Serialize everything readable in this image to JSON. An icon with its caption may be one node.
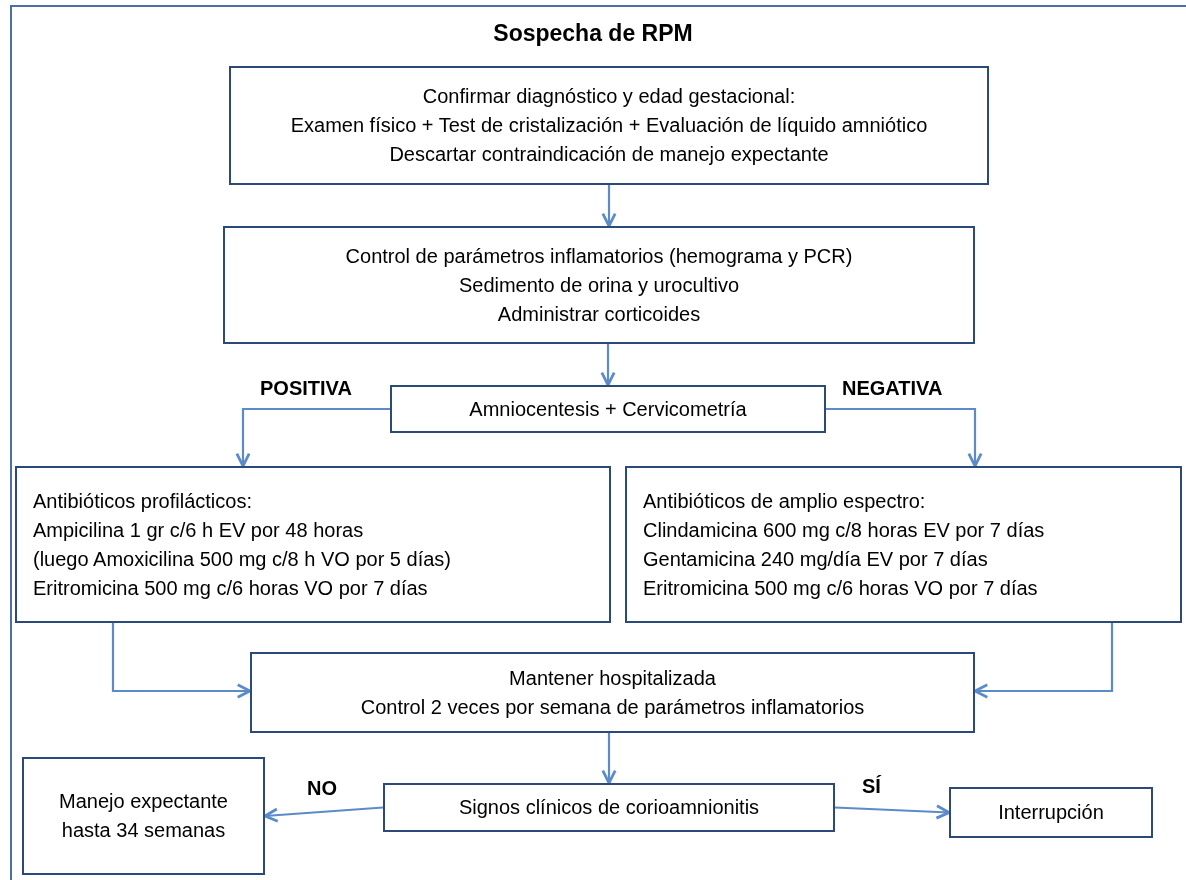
{
  "diagram": {
    "title": "Sospecha de RPM",
    "nodes": [
      {
        "text": [
          "Confirmar diagnóstico y edad gestacional:",
          "Examen físico + Test de cristalización + Evaluación de líquido amniótico",
          "Descartar contraindicación de manejo expectante"
        ]
      },
      {
        "text": [
          "Control de parámetros inflamatorios (hemograma y PCR)",
          "Sedimento de orina y urocultivo",
          "Administrar corticoides"
        ]
      },
      {
        "text": [
          "Amniocentesis + Cervicometría"
        ]
      },
      {
        "text": [
          "Antibióticos profilácticos:",
          "Ampicilina 1 gr c/6 h EV por 48 horas",
          "(luego Amoxicilina 500 mg c/8 h VO por 5 días)",
          "Eritromicina 500 mg c/6 horas VO por 7 días"
        ]
      },
      {
        "text": [
          "Antibióticos de amplio espectro:",
          "Clindamicina 600 mg c/8 horas EV por 7 días",
          "Gentamicina 240 mg/día EV por 7 días",
          "Eritromicina 500 mg c/6 horas VO por 7 días"
        ]
      },
      {
        "text": [
          "Mantener hospitalizada",
          "Control 2 veces por semana de parámetros inflamatorios"
        ]
      },
      {
        "text": [
          "Signos clínicos de corioamnionitis"
        ]
      },
      {
        "text": [
          "Manejo expectante hasta 34 semanas"
        ]
      },
      {
        "text": [
          "Interrupción"
        ]
      }
    ],
    "edges": [
      {
        "from": 0,
        "to": 1,
        "arrow": "to"
      },
      {
        "from": 1,
        "to": 2,
        "arrow": "to"
      },
      {
        "from": 2,
        "to": 3,
        "arrow": "to",
        "label": "POSITIVA"
      },
      {
        "from": 2,
        "to": 4,
        "arrow": "to",
        "label": "NEGATIVA"
      },
      {
        "from": 3,
        "to": 5,
        "arrow": "to"
      },
      {
        "from": 4,
        "to": 5,
        "arrow": "to"
      },
      {
        "from": 5,
        "to": 6,
        "arrow": "to"
      },
      {
        "from": 6,
        "to": 7,
        "arrow": "to",
        "label": "NO"
      },
      {
        "from": 6,
        "to": 8,
        "arrow": "to",
        "label": "SÍ"
      }
    ]
  }
}
